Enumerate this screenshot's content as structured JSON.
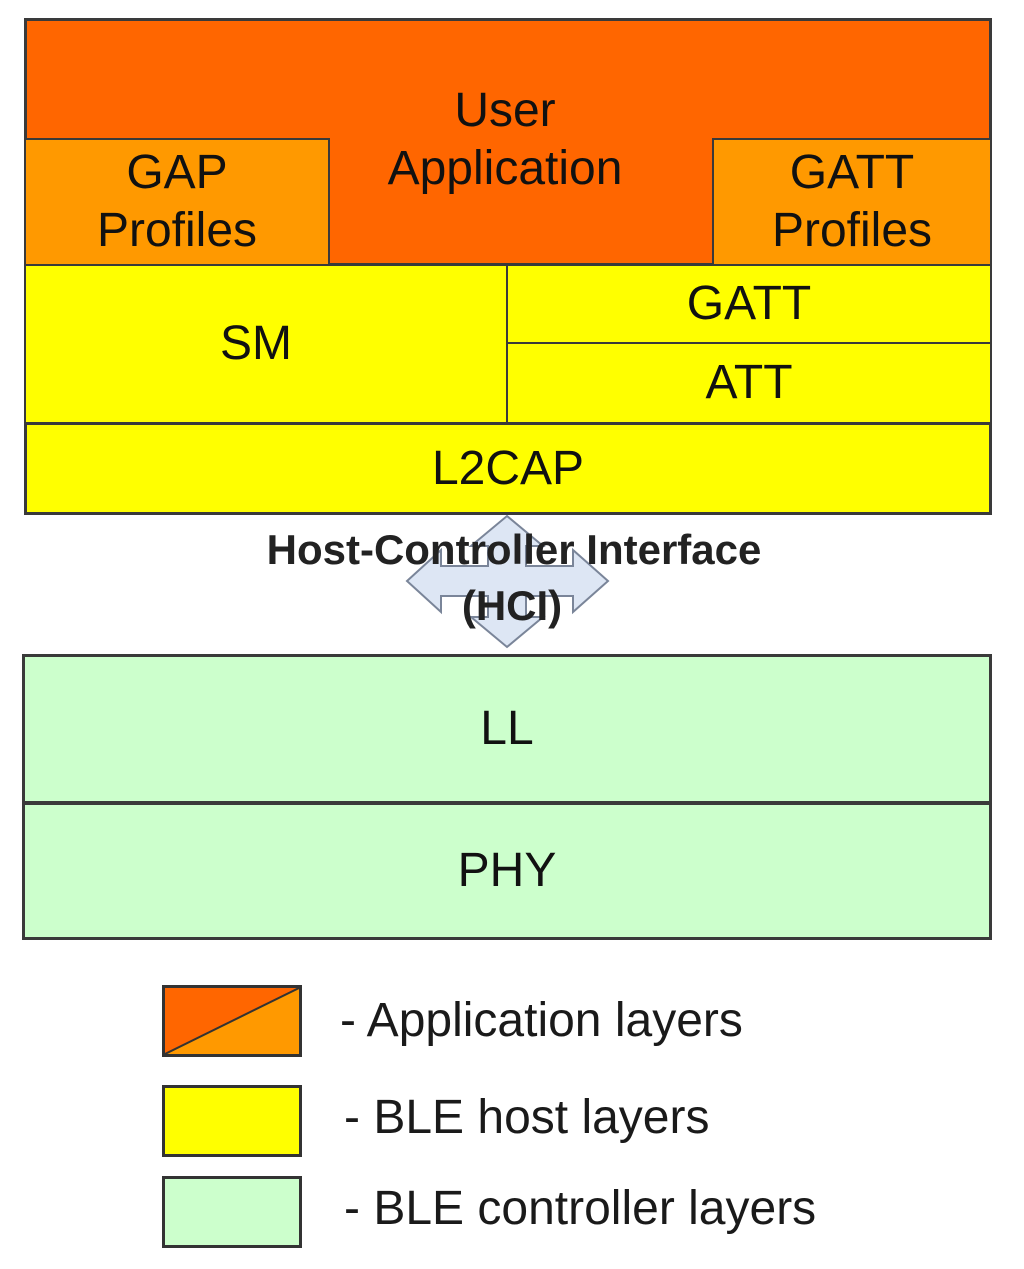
{
  "colors": {
    "app_primary": "#FF6600",
    "app_secondary": "#FF9900",
    "host": "#FFFF00",
    "controller": "#CCFFCC",
    "arrow_fill": "#DDE6F4",
    "border": "#3A3A3A"
  },
  "stack": {
    "user_application": {
      "line1": "User",
      "line2": "Application"
    },
    "gap_profiles": {
      "line1": "GAP",
      "line2": "Profiles"
    },
    "gatt_profiles": {
      "line1": "GATT",
      "line2": "Profiles"
    },
    "sm": "SM",
    "gatt": "GATT",
    "att": "ATT",
    "l2cap": "L2CAP",
    "hci": {
      "title": "Host-Controller Interface",
      "abbr": "(HCI)",
      "arrow_icon": "double-arrow-icon"
    },
    "ll": "LL",
    "phy": "PHY"
  },
  "legend": {
    "items": [
      {
        "label": "- Application layers"
      },
      {
        "label": "- BLE host layers"
      },
      {
        "label": "- BLE controller layers"
      }
    ]
  }
}
